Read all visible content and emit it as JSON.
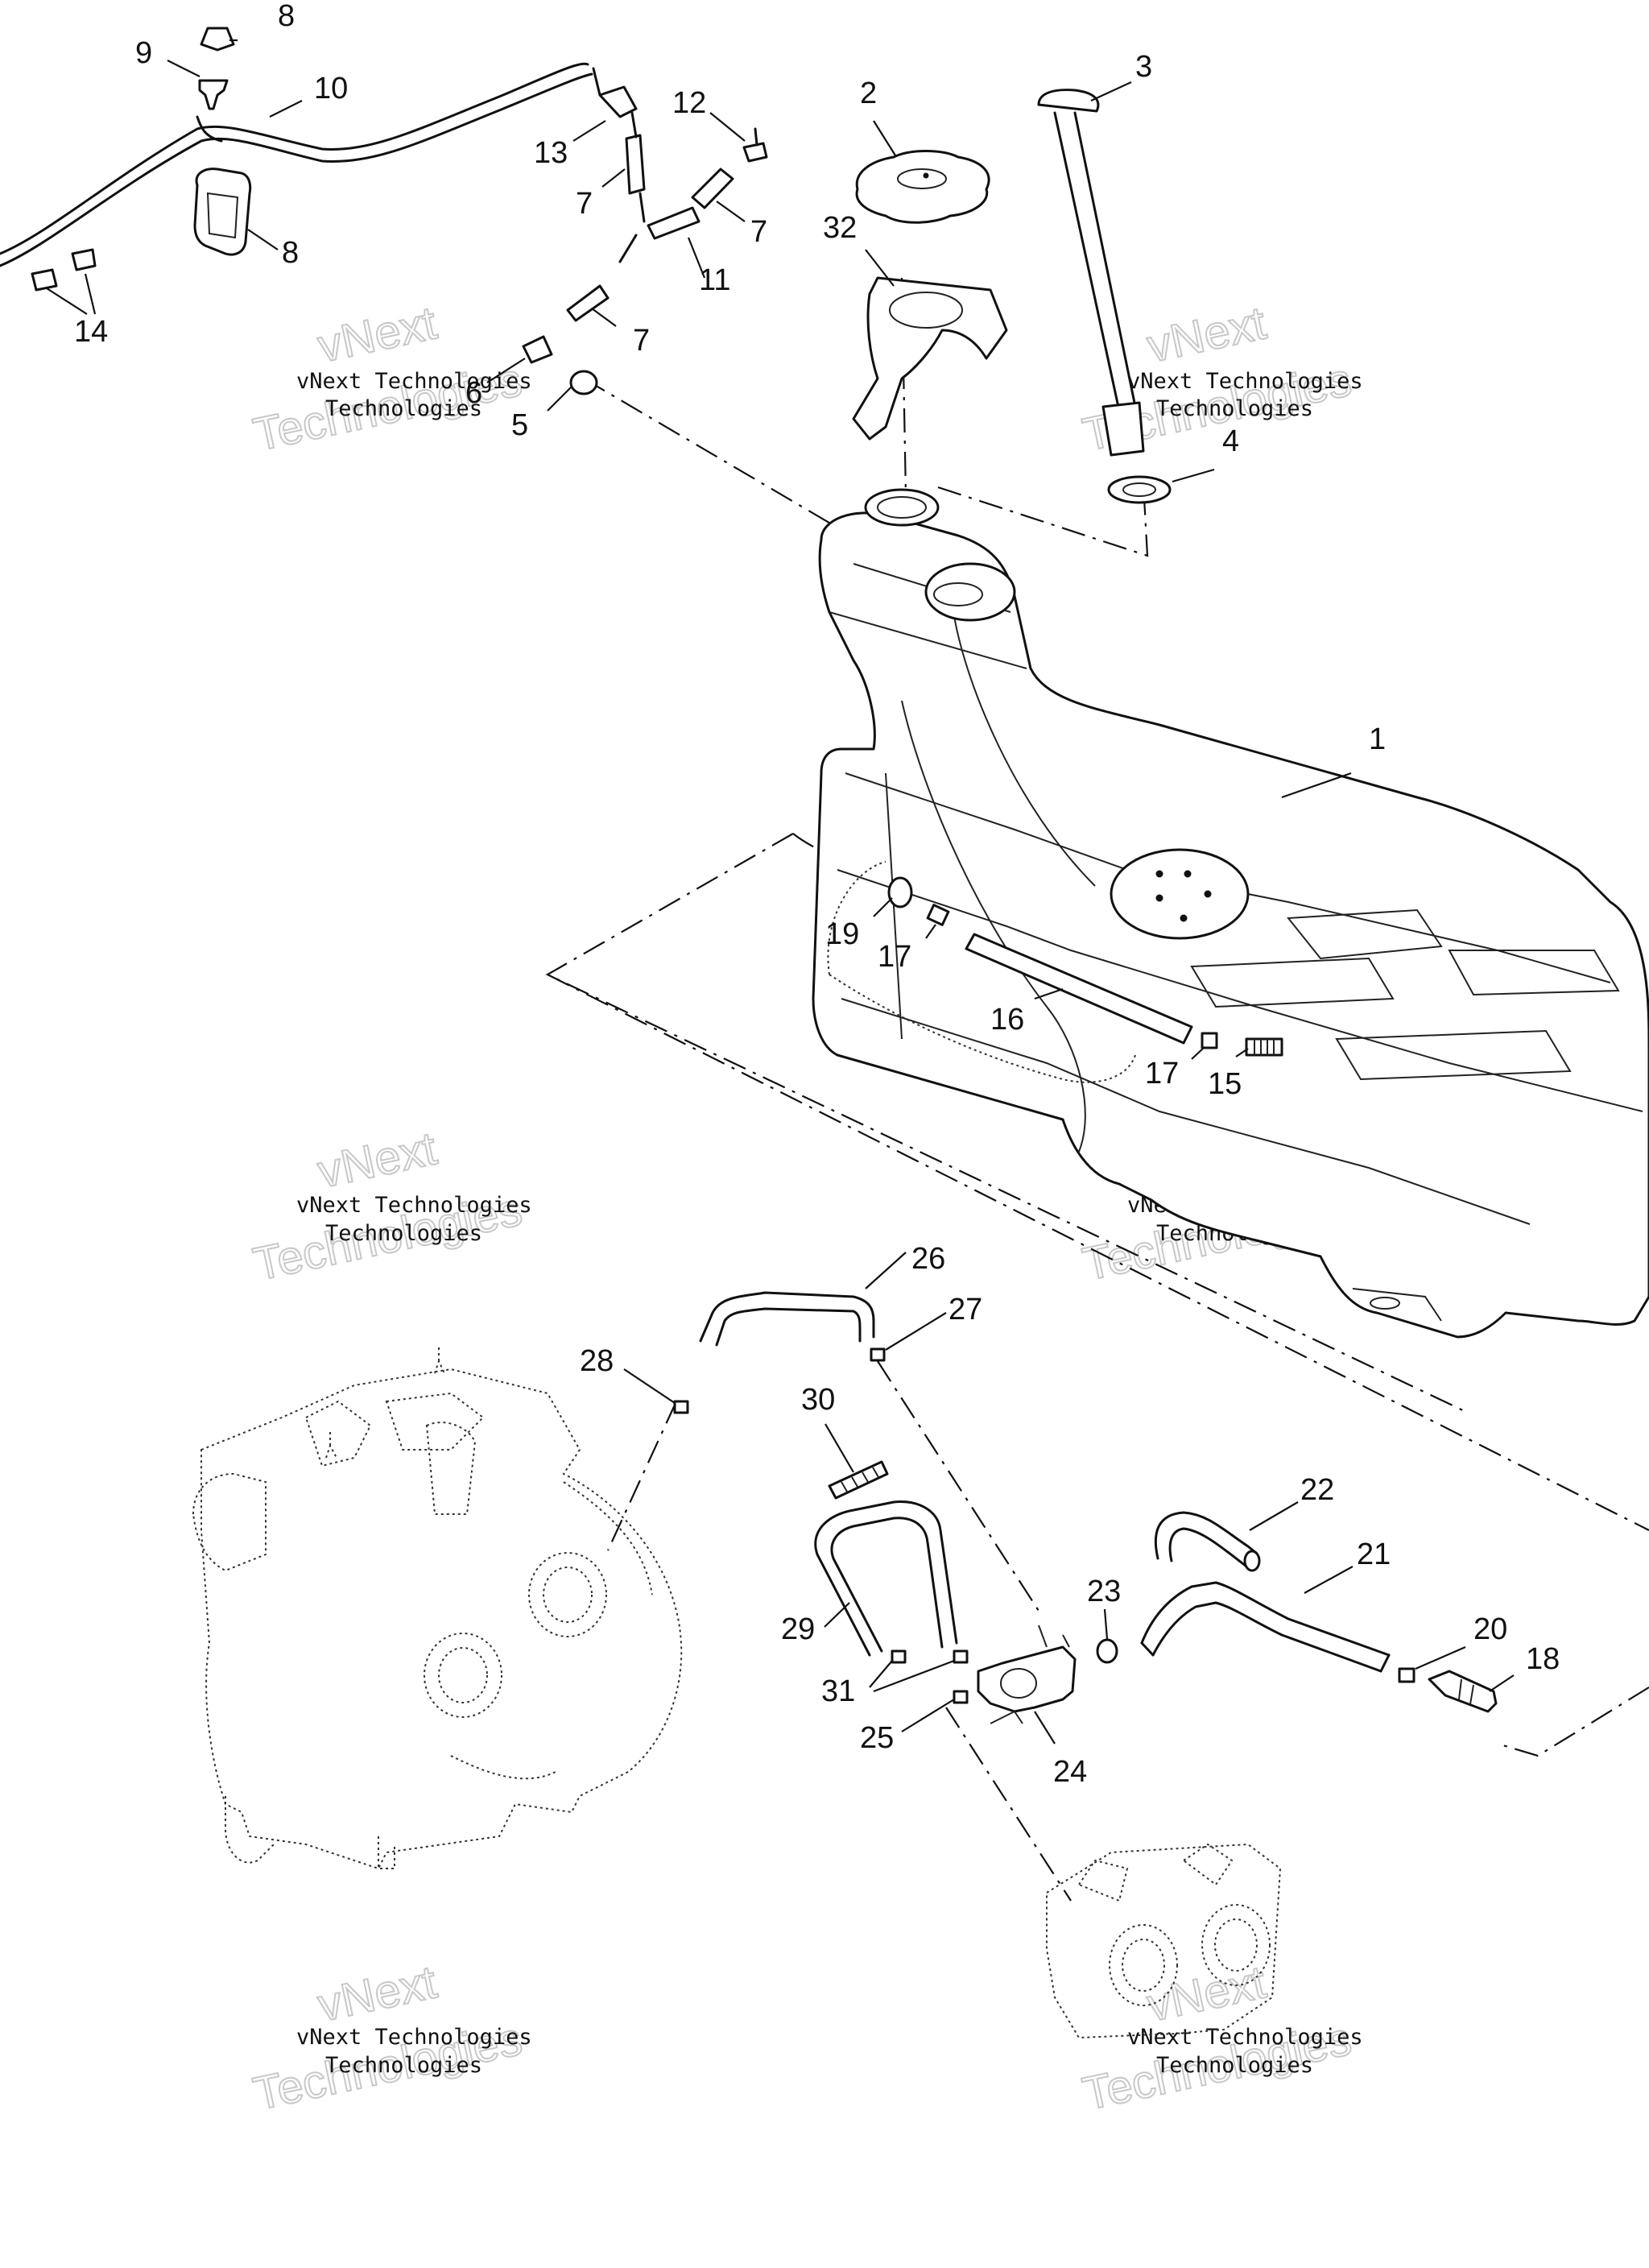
{
  "callouts": {
    "c1": "1",
    "c2": "2",
    "c3": "3",
    "c4": "4",
    "c5": "5",
    "c6": "6",
    "c7a": "7",
    "c7b": "7",
    "c7c": "7",
    "c8a": "8",
    "c8b": "8",
    "c9": "9",
    "c10": "10",
    "c11": "11",
    "c12": "12",
    "c13": "13",
    "c14": "14",
    "c15": "15",
    "c16": "16",
    "c17a": "17",
    "c17b": "17",
    "c18": "18",
    "c19": "19",
    "c20": "20",
    "c21": "21",
    "c22": "22",
    "c23": "23",
    "c24": "24",
    "c25": "25",
    "c26": "26",
    "c27": "27",
    "c28": "28",
    "c29": "29",
    "c30": "30",
    "c31": "31",
    "c32": "32"
  },
  "watermark": {
    "line1": "vNext Technologies",
    "line2": "vNext",
    "line3": "Technologies"
  }
}
